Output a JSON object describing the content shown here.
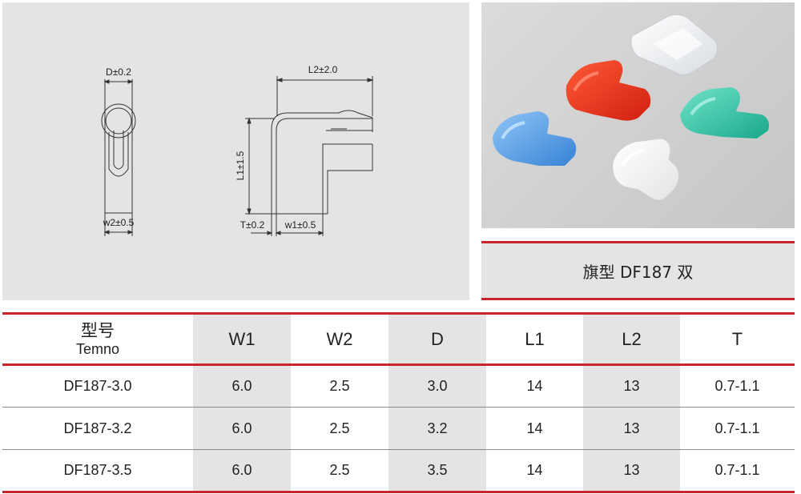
{
  "drawing": {
    "dims": {
      "D": "D±0.2",
      "w2": "w2±0.5",
      "L2": "L2±2.0",
      "L1": "L1±1.5",
      "T": "T±0.2",
      "w1": "w1±0.5"
    }
  },
  "photo": {
    "items": [
      "clear-cover",
      "red-cover",
      "teal-cover",
      "blue-cover",
      "white-cover"
    ],
    "colors": {
      "clear": "#f2f4f6",
      "red": "#e8301c",
      "teal": "#2ec6a8",
      "blue": "#4a9be6",
      "white": "#f7f7f7"
    }
  },
  "caption": "旗型 DF187 双",
  "table": {
    "model_header_cn": "型号",
    "model_header_en": "Temno",
    "columns": [
      "W1",
      "W2",
      "D",
      "L1",
      "L2",
      "T"
    ],
    "rows": [
      {
        "model": "DF187-3.0",
        "cells": [
          "6.0",
          "2.5",
          "3.0",
          "14",
          "13",
          "0.7-1.1"
        ]
      },
      {
        "model": "DF187-3.2",
        "cells": [
          "6.0",
          "2.5",
          "3.2",
          "14",
          "13",
          "0.7-1.1"
        ]
      },
      {
        "model": "DF187-3.5",
        "cells": [
          "6.0",
          "2.5",
          "3.5",
          "14",
          "13",
          "0.7-1.1"
        ]
      }
    ]
  },
  "colors": {
    "accent": "#c8262c",
    "panel": "#e4e4e4"
  }
}
